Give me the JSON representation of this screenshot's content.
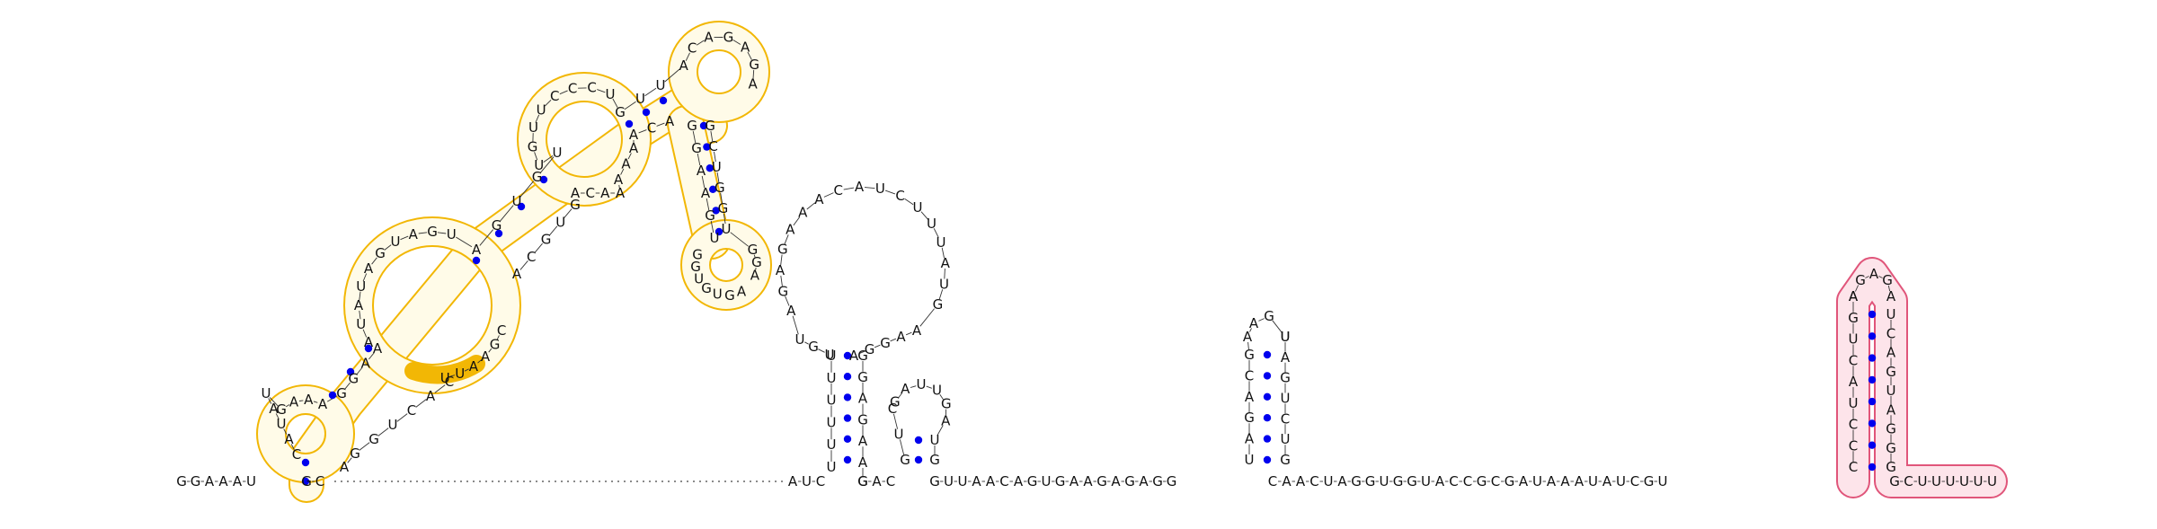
{
  "diagram": {
    "kind": "rna-secondary-structure",
    "colors": {
      "base": "#111111",
      "backbone": "#333333",
      "base_pair_dot": "#0000ee",
      "ring_highlight_fill": "#fffbe8",
      "ring_highlight_stroke": "#f2b705",
      "ring_highlight_accent": "#f2b705",
      "hairpin_highlight_fill": "#fde4ea",
      "hairpin_highlight_stroke": "#e0557a"
    },
    "labels": {
      "five_prime_tail": "G·G·A·A·A·U",
      "central_link": "A·U·C",
      "mid_link_a": "G·A·C",
      "mid_link_b": "G·U·U·A·A·C·A·G·U·G·A·A·G·A·G·A·G·G",
      "mid_link_c": "C·A·A·C·U·A·G·G·U·G·G·U·A·C·C·G·C·G·A·U·A·A·A·U·A·U·C·G·U",
      "three_prime_tail": "G·C·U·U·U·U·U·U"
    }
  }
}
